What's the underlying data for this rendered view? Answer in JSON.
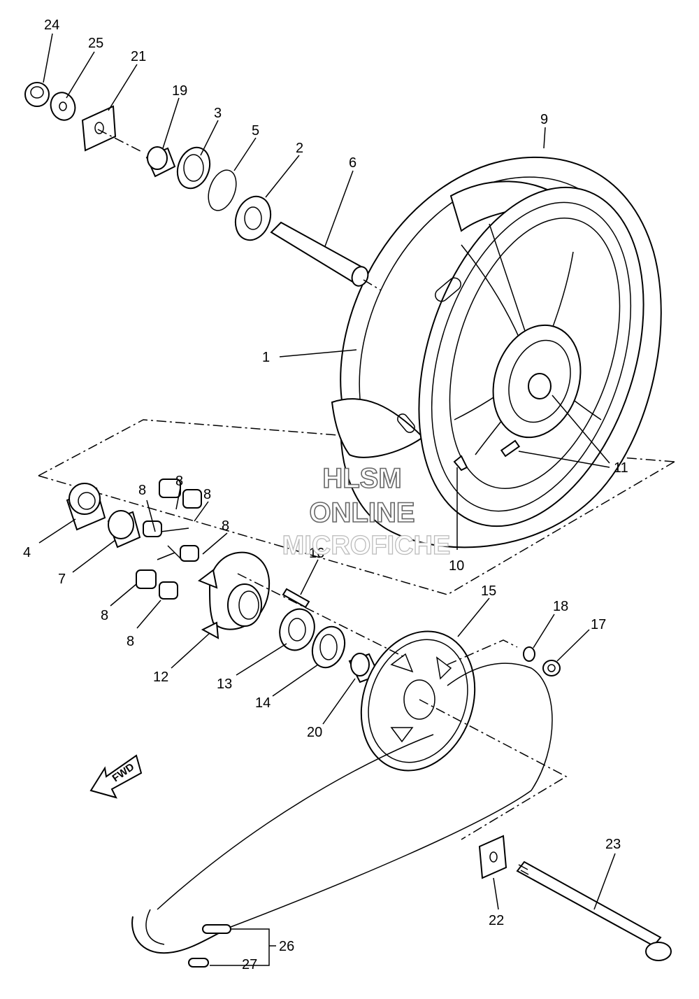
{
  "callouts": [
    {
      "id": "p24",
      "label": "24"
    },
    {
      "id": "p25",
      "label": "25"
    },
    {
      "id": "p21",
      "label": "21"
    },
    {
      "id": "p19",
      "label": "19"
    },
    {
      "id": "p3",
      "label": "3"
    },
    {
      "id": "p5",
      "label": "5"
    },
    {
      "id": "p2",
      "label": "2"
    },
    {
      "id": "p6",
      "label": "6"
    },
    {
      "id": "p9",
      "label": "9"
    },
    {
      "id": "p1",
      "label": "1"
    },
    {
      "id": "p11",
      "label": "11"
    },
    {
      "id": "p10",
      "label": "10"
    },
    {
      "id": "p4",
      "label": "4"
    },
    {
      "id": "p7",
      "label": "7"
    },
    {
      "id": "p8a",
      "label": "8"
    },
    {
      "id": "p8b",
      "label": "8"
    },
    {
      "id": "p8c",
      "label": "8"
    },
    {
      "id": "p8d",
      "label": "8"
    },
    {
      "id": "p8e",
      "label": "8"
    },
    {
      "id": "p8f",
      "label": "8"
    },
    {
      "id": "p16",
      "label": "16"
    },
    {
      "id": "p12",
      "label": "12"
    },
    {
      "id": "p13",
      "label": "13"
    },
    {
      "id": "p14",
      "label": "14"
    },
    {
      "id": "p20",
      "label": "20"
    },
    {
      "id": "p15",
      "label": "15"
    },
    {
      "id": "p18",
      "label": "18"
    },
    {
      "id": "p17",
      "label": "17"
    },
    {
      "id": "p23",
      "label": "23"
    },
    {
      "id": "p22",
      "label": "22"
    },
    {
      "id": "p26",
      "label": "26"
    },
    {
      "id": "p27",
      "label": "27"
    }
  ],
  "watermark": {
    "line1": "HLSM",
    "line2": "ONLINE",
    "line3": "MICROFICHE"
  },
  "fwd_label": "FWD"
}
